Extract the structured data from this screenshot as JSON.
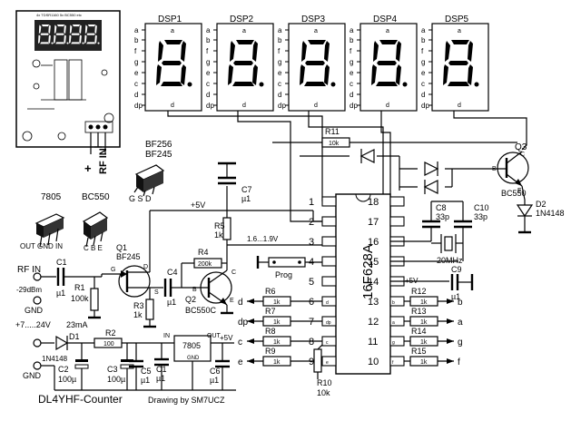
{
  "displays": [
    {
      "id": "DSP1",
      "digit": "8."
    },
    {
      "id": "DSP2",
      "digit": "8."
    },
    {
      "id": "DSP3",
      "digit": "8."
    },
    {
      "id": "DSP4",
      "digit": "8."
    },
    {
      "id": "DSP5",
      "digit": "8."
    }
  ],
  "segment_labels": [
    "a",
    "b",
    "f",
    "g",
    "e",
    "c",
    "d",
    "dp"
  ],
  "inset": {
    "display": "8888",
    "labels": [
      "+",
      "RF IN"
    ],
    "tiny_text": "4x TDSR1160 5x BC550 etc"
  },
  "parts": {
    "bf256": "BF256",
    "bf245": "BF245",
    "gsd": "G S D",
    "r7805": "7805",
    "bc550": "BC550",
    "pins_reg": "OUT GND IN",
    "pins_bc": "C B E",
    "rfin": "RF IN",
    "rfin_lvl": "-29dBm",
    "gnd": "GND",
    "c1": "C1",
    "c1v": "µ1",
    "r1": "R1",
    "r1v": "100k",
    "q1": "Q1",
    "q1v": "BF245",
    "g": "G",
    "d": "D",
    "s": "S",
    "r3": "R3",
    "r3v": "1k",
    "c4": "C4",
    "c4v": "µ1",
    "q2": "Q2",
    "q2v": "BC550C",
    "b": "B",
    "c": "C",
    "e": "E",
    "r4": "R4",
    "r4v": "200k",
    "r5": "R5",
    "r5v": "1k",
    "c7": "C7",
    "c7v": "µ1",
    "plus5v": "+5V",
    "range": "1.6...1.9V",
    "prog": "Prog",
    "chip": "16F628A",
    "r11": "R11",
    "r11v": "10k",
    "q3": "Q3",
    "q3v": "BC550",
    "d2": "D2",
    "d2v": "1N4148",
    "c8": "C8",
    "c8v": "33p",
    "c10": "C10",
    "c10v": "33p",
    "xtal": "20MHz",
    "c9": "C9",
    "c9v": "µ1",
    "supply": "+7.....24V",
    "ma": "23mA",
    "d1": "D1",
    "d1v": "1N4148",
    "r2": "R2",
    "r2v": "100",
    "c2": "C2",
    "c2v": "100µ",
    "c3": "C3",
    "c3v": "100µ",
    "c5": "C5",
    "c5v": "µ1",
    "c1r": "C1",
    "c1rv": "µ1",
    "c6": "C6",
    "c6v": "µ1",
    "reg": "7805",
    "reg_in": "IN",
    "reg_out": "OUT",
    "reg_gnd": "GND",
    "r10": "R10",
    "r10v": "10k",
    "title": "DL4YHF-Counter",
    "credit": "Drawing by SM7UCZ"
  },
  "left_pins": [
    {
      "n": "1"
    },
    {
      "n": "2"
    },
    {
      "n": "3"
    },
    {
      "n": "4"
    },
    {
      "n": "5"
    },
    {
      "n": "6"
    },
    {
      "n": "7"
    },
    {
      "n": "8"
    },
    {
      "n": "9"
    }
  ],
  "right_pins": [
    {
      "n": "18"
    },
    {
      "n": "17"
    },
    {
      "n": "16"
    },
    {
      "n": "15"
    },
    {
      "n": "14"
    },
    {
      "n": "13"
    },
    {
      "n": "12"
    },
    {
      "n": "11"
    },
    {
      "n": "10"
    }
  ],
  "left_resistors": [
    {
      "name": "R6",
      "val": "1k",
      "seg": "d"
    },
    {
      "name": "R7",
      "val": "1k",
      "seg": "dp"
    },
    {
      "name": "R8",
      "val": "1k",
      "seg": "c"
    },
    {
      "name": "R9",
      "val": "1k",
      "seg": "e"
    }
  ],
  "right_resistors": [
    {
      "name": "R12",
      "val": "1k",
      "seg": "b"
    },
    {
      "name": "R13",
      "val": "1k",
      "seg": "a"
    },
    {
      "name": "R14",
      "val": "1k",
      "seg": "g"
    },
    {
      "name": "R15",
      "val": "1k",
      "seg": "f"
    }
  ]
}
